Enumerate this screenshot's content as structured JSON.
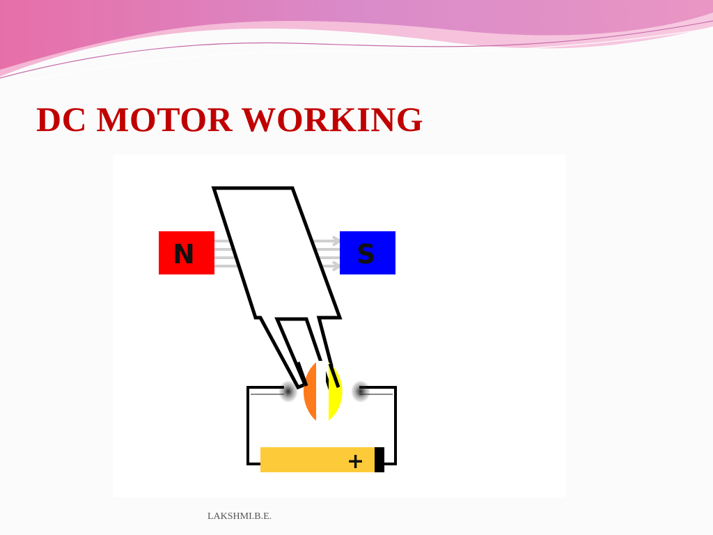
{
  "slide": {
    "title": "DC MOTOR WORKING",
    "footer": "LAKSHMI.B.E."
  },
  "diagram": {
    "north_pole_label": "N",
    "south_pole_label": "S",
    "battery_plus_label": "+",
    "colors": {
      "north_pole": "#ff0000",
      "south_pole": "#0000ff",
      "commutator_left": "#ff7a1a",
      "commutator_right": "#ffff00",
      "battery": "#fdcb3a",
      "title": "#c00000",
      "header_wave": "#e07fb5"
    }
  }
}
